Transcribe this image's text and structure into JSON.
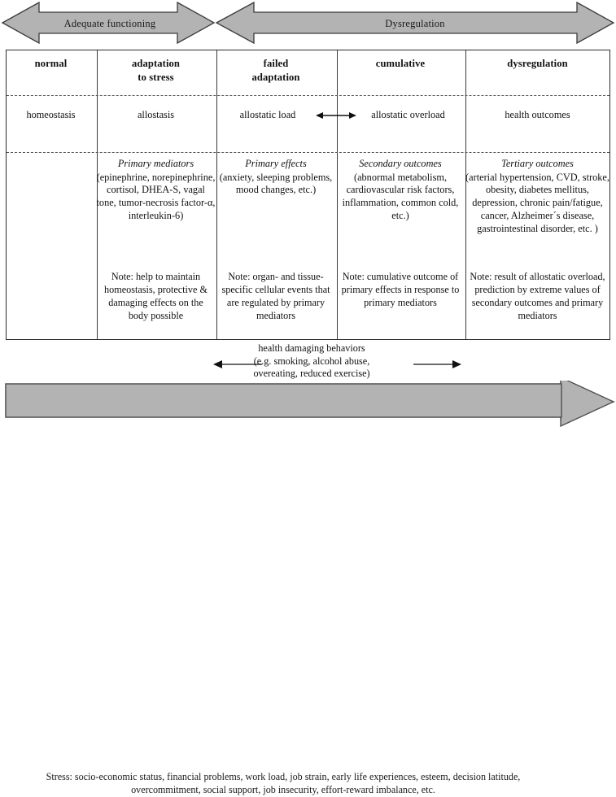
{
  "top_arrows": [
    {
      "label": "Adequate functioning",
      "direction": "double"
    },
    {
      "label": "Dysregulation",
      "direction": "double"
    }
  ],
  "table": {
    "columns": [
      {
        "header": "normal",
        "stage": "homeostasis",
        "detail_title": "",
        "detail_body": "",
        "note": ""
      },
      {
        "header": "adaptation\nto stress",
        "header_line1": "adaptation",
        "header_line2": "to stress",
        "stage": "allostasis",
        "detail_title": "Primary mediators",
        "detail_body": "(epinephrine, norepinephrine, cortisol, DHEA-S, vagal tone, tumor-necrosis factor-α, interleukin-6)",
        "note": "Note: help to maintain homeostasis, protective & damaging effects on the body possible"
      },
      {
        "header": "failed\nadaptation",
        "header_line1": "failed",
        "header_line2": "adaptation",
        "stage": "allostatic load",
        "detail_title": "Primary effects",
        "detail_body": "(anxiety, sleeping problems, mood changes, etc.)",
        "note": "Note: organ- and tissue-specific cellular events that are regulated by primary mediators"
      },
      {
        "header": "cumulative",
        "header_line1": "cumulative",
        "header_line2": "",
        "stage": "allostatic overload",
        "detail_title": "Secondary outcomes",
        "detail_body": "(abnormal metabolism, cardiovascular risk factors, inflammation, common cold, etc.)",
        "note": "Note: cumulative outcome of primary effects in response to primary mediators"
      },
      {
        "header": "dysregulation",
        "header_line1": "dysregulation",
        "header_line2": "",
        "stage": "health outcomes",
        "detail_title": "Tertiary outcomes",
        "detail_body": "(arterial hypertension, CVD, stroke, obesity, diabetes mellitus, depression, chronic pain/fatigue, cancer, Alzheimer´s disease, gastrointestinal disorder, etc. )",
        "note": "Note: result of allostatic overload, prediction by extreme values of secondary outcomes and primary mediators"
      }
    ],
    "stage_arrow": "double-headed-arrow-between-load-and-overload"
  },
  "behaviors": {
    "line1": "health damaging behaviors",
    "line2": "(e.g. smoking, alcohol abuse,",
    "line3": "overeating, reduced exercise)",
    "arrow": "double"
  },
  "stress_banner": {
    "line1": "Stress: socio-economic status, financial problems, work load, job strain, early life experiences, esteem, decision latitude,",
    "line2": "overcommitment, social support, job insecurity, effort-reward imbalance, etc.",
    "direction": "right"
  },
  "colors": {
    "arrow_fill": "#b3b3b3",
    "arrow_stroke": "#3b3b3b",
    "table_border": "#2b2b2b",
    "dashed_line": "#555555",
    "text": "#111111"
  }
}
